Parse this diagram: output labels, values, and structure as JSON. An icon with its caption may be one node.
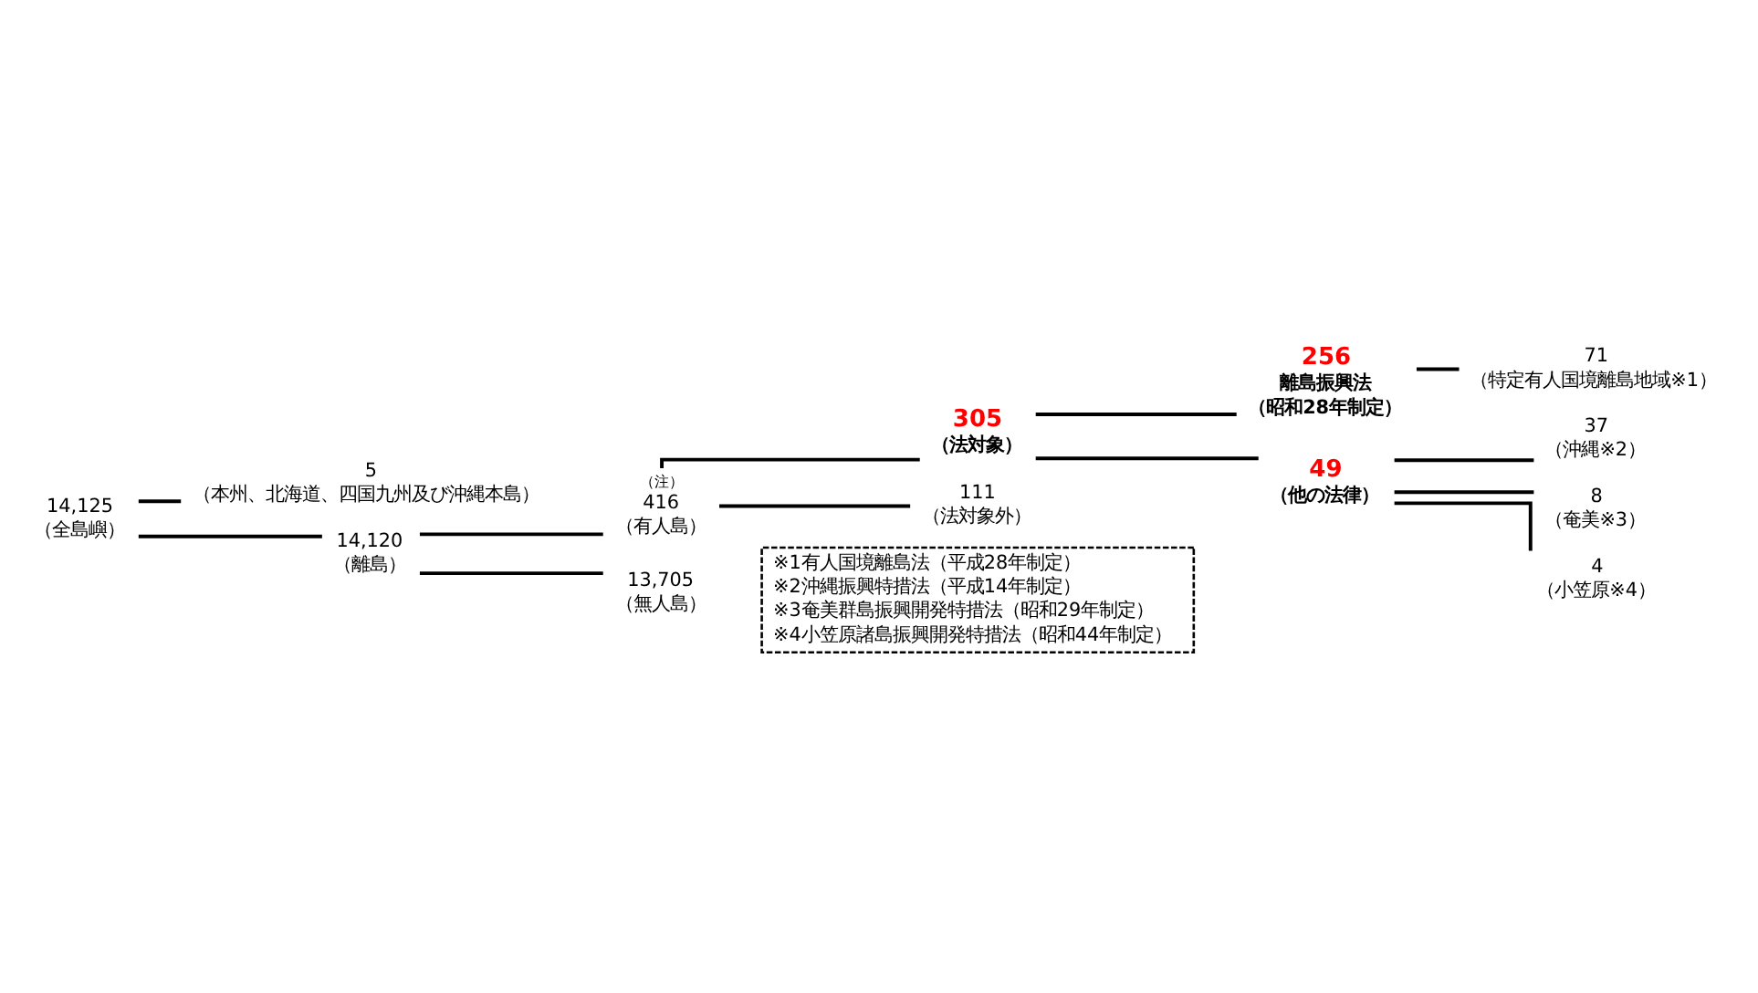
{
  "diagram": {
    "nodes": [
      {
        "text": [
          "14,125",
          "（全島嶼）"
        ]
      },
      {
        "text": [
          "5",
          "（本州、北海道、四国九州及び沖縄本島）"
        ]
      },
      {
        "text": [
          "14,120",
          "（離島）"
        ]
      },
      {
        "text": [
          "416",
          "（有人島）"
        ],
        "beside": [
          "（注）"
        ]
      },
      {
        "text": [
          "13,705",
          "（無人島）"
        ]
      },
      {
        "text": [
          "305",
          "（法対象）"
        ]
      },
      {
        "text": [
          "111",
          "（法対象外）"
        ]
      },
      {
        "text": [
          "256",
          "離島振興法",
          "（昭和28年制定）"
        ]
      },
      {
        "text": [
          "49",
          "（他の法律）"
        ]
      },
      {
        "text": [
          "71",
          "（特定有人国境離島地域※1）"
        ]
      },
      {
        "text": [
          "37",
          "（沖縄※2）"
        ]
      },
      {
        "text": [
          "8",
          "（奄美※3）"
        ]
      },
      {
        "text": [
          "4",
          "（小笠原※4）"
        ]
      },
      {
        "text": [
          "※1有人国境離島法（平成28年制定）",
          "※2沖縄振興特措法（平成14年制定）",
          "※3奄美群島振興開発特措法（昭和29年制定）",
          "※4小笠原諸島振興開発特措法（昭和44年制定）"
        ]
      }
    ],
    "edges": [
      {
        "from": 0,
        "to": 1,
        "arrow": "none"
      },
      {
        "from": 0,
        "to": 2,
        "arrow": "none"
      },
      {
        "from": 2,
        "to": 3,
        "arrow": "none"
      },
      {
        "from": 2,
        "to": 4,
        "arrow": "none"
      },
      {
        "from": 3,
        "to": 5,
        "arrow": "none"
      },
      {
        "from": 3,
        "to": 6,
        "arrow": "none"
      },
      {
        "from": 5,
        "to": 7,
        "arrow": "none"
      },
      {
        "from": 5,
        "to": 8,
        "arrow": "none"
      },
      {
        "from": 7,
        "to": 9,
        "arrow": "none"
      },
      {
        "from": 8,
        "to": 10,
        "arrow": "none"
      },
      {
        "from": 8,
        "to": 11,
        "arrow": "none"
      },
      {
        "from": 8,
        "to": 12,
        "arrow": "none"
      }
    ]
  }
}
